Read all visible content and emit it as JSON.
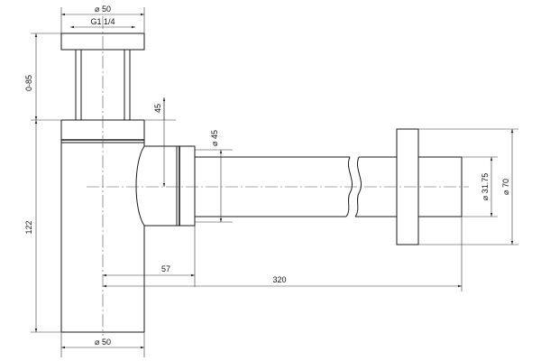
{
  "dimensions": {
    "cap_diameter": "⌀ 50",
    "thread": "G1 1/4",
    "height_adjust": "0-85",
    "pipe_offset": "45",
    "pipe_diameter": "⌀ 45",
    "total_height": "122",
    "inlet_distance": "57",
    "length": "320",
    "wall_pipe_diameter": "⌀ 31.75",
    "rosette_diameter": "⌀ 70",
    "body_diameter": "⌀ 50"
  },
  "colors": {
    "line": "#1a1a1a",
    "background": "#ffffff"
  }
}
